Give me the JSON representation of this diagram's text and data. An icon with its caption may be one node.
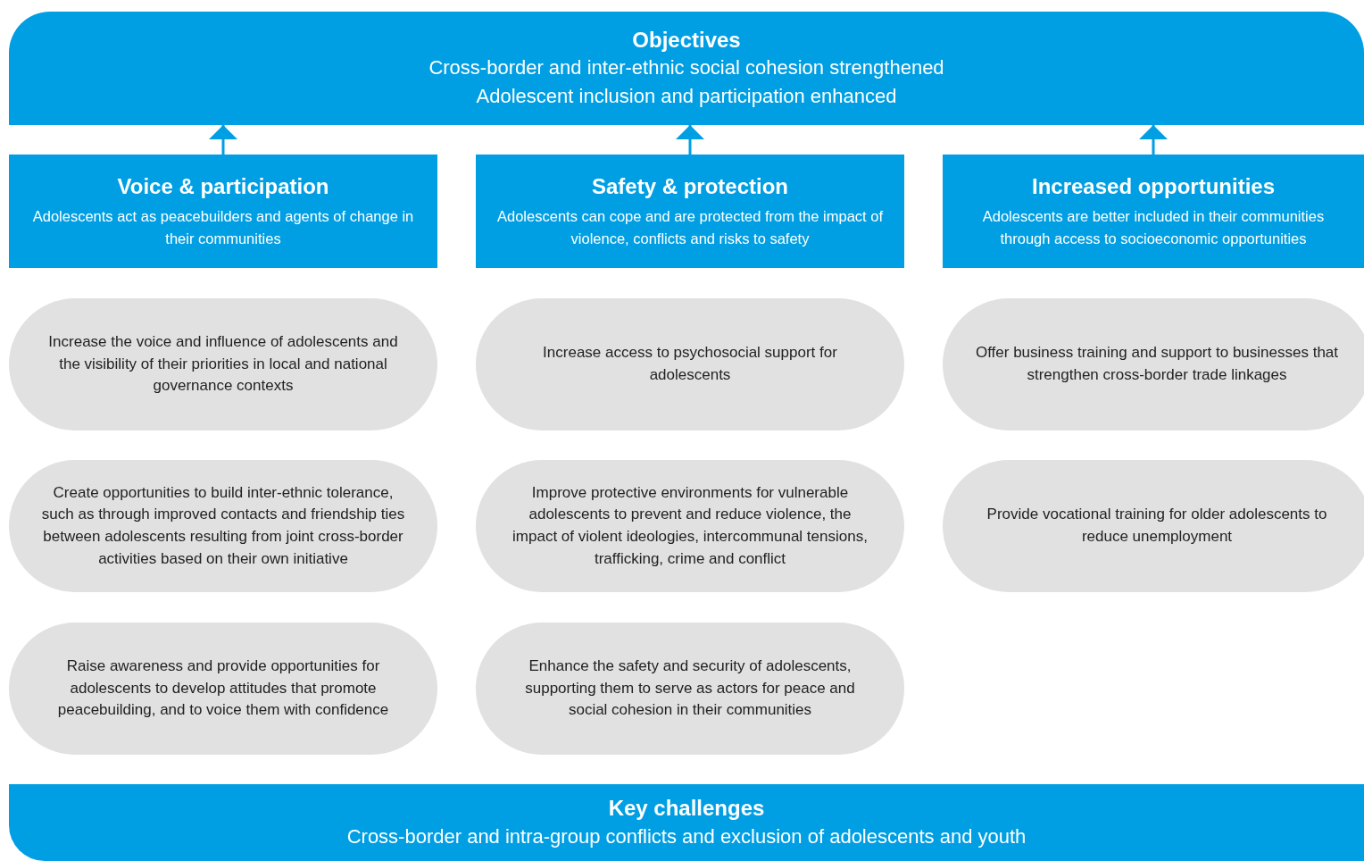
{
  "diagram": {
    "nodes": [
      {
        "text": [
          "Objectives",
          "Cross-border and inter-ethnic social cohesion strengthened",
          "Adolescent inclusion and participation enhanced"
        ]
      },
      {
        "text": [
          "Voice & participation",
          "Adolescents act as peacebuilders and agents of change in their communities"
        ]
      },
      {
        "text": [
          "Safety & protection",
          "Adolescents can cope and are protected from the impact of violence, conflicts and risks to safety"
        ]
      },
      {
        "text": [
          "Increased opportunities",
          "Adolescents are better included in their communities through access to socioeconomic opportunities"
        ]
      },
      {
        "text": [
          "Increase the voice and influence of adolescents and the visibility of their priorities in local and national governance contexts"
        ]
      },
      {
        "text": [
          "Increase access to psychosocial support for adolescents"
        ]
      },
      {
        "text": [
          "Offer business training and support to businesses that strengthen cross-border trade linkages"
        ]
      },
      {
        "text": [
          "Create opportunities to build inter-ethnic tolerance, such as through improved contacts and friendship ties between adolescents resulting from joint cross-border activities based on their own initiative"
        ]
      },
      {
        "text": [
          "Improve protective environments for vulnerable adolescents to prevent and reduce violence, the impact of violent ideologies, intercommunal tensions, trafficking, crime and conflict"
        ]
      },
      {
        "text": [
          "Provide vocational training for older adolescents to reduce unemployment"
        ]
      },
      {
        "text": [
          "Raise awareness and provide opportunities for adolescents to develop attitudes that promote peacebuilding, and to voice them with confidence"
        ]
      },
      {
        "text": [
          "Enhance the safety and security of adolescents, supporting them to serve as actors for peace and social cohesion in their communities"
        ]
      },
      {
        "text": [
          "Key challenges",
          "Cross-border and intra-group conflicts and exclusion of adolescents and youth"
        ]
      }
    ],
    "edges": [
      {
        "from": 1,
        "to": 0,
        "arrow": "to"
      },
      {
        "from": 2,
        "to": 0,
        "arrow": "to"
      },
      {
        "from": 3,
        "to": 0,
        "arrow": "to"
      }
    ]
  }
}
